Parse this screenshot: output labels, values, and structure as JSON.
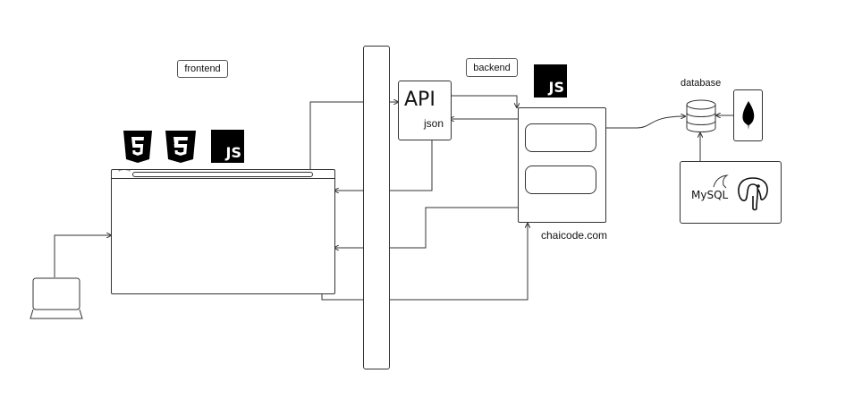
{
  "labels": {
    "frontend": "frontend",
    "backend": "backend",
    "api": "API",
    "json": "json",
    "database": "database",
    "domain": "chaicode.com",
    "mysql": "MySQL"
  },
  "icons": {
    "html5": "html5-icon",
    "css3": "css3-icon",
    "javascript": "JS",
    "mongodb": "mongodb-leaf-icon",
    "postgres": "postgresql-elephant-icon",
    "laptop": "laptop-icon",
    "db": "database-cylinder-icon"
  },
  "colors": {
    "stroke": "#333333",
    "badge": "#000000"
  }
}
